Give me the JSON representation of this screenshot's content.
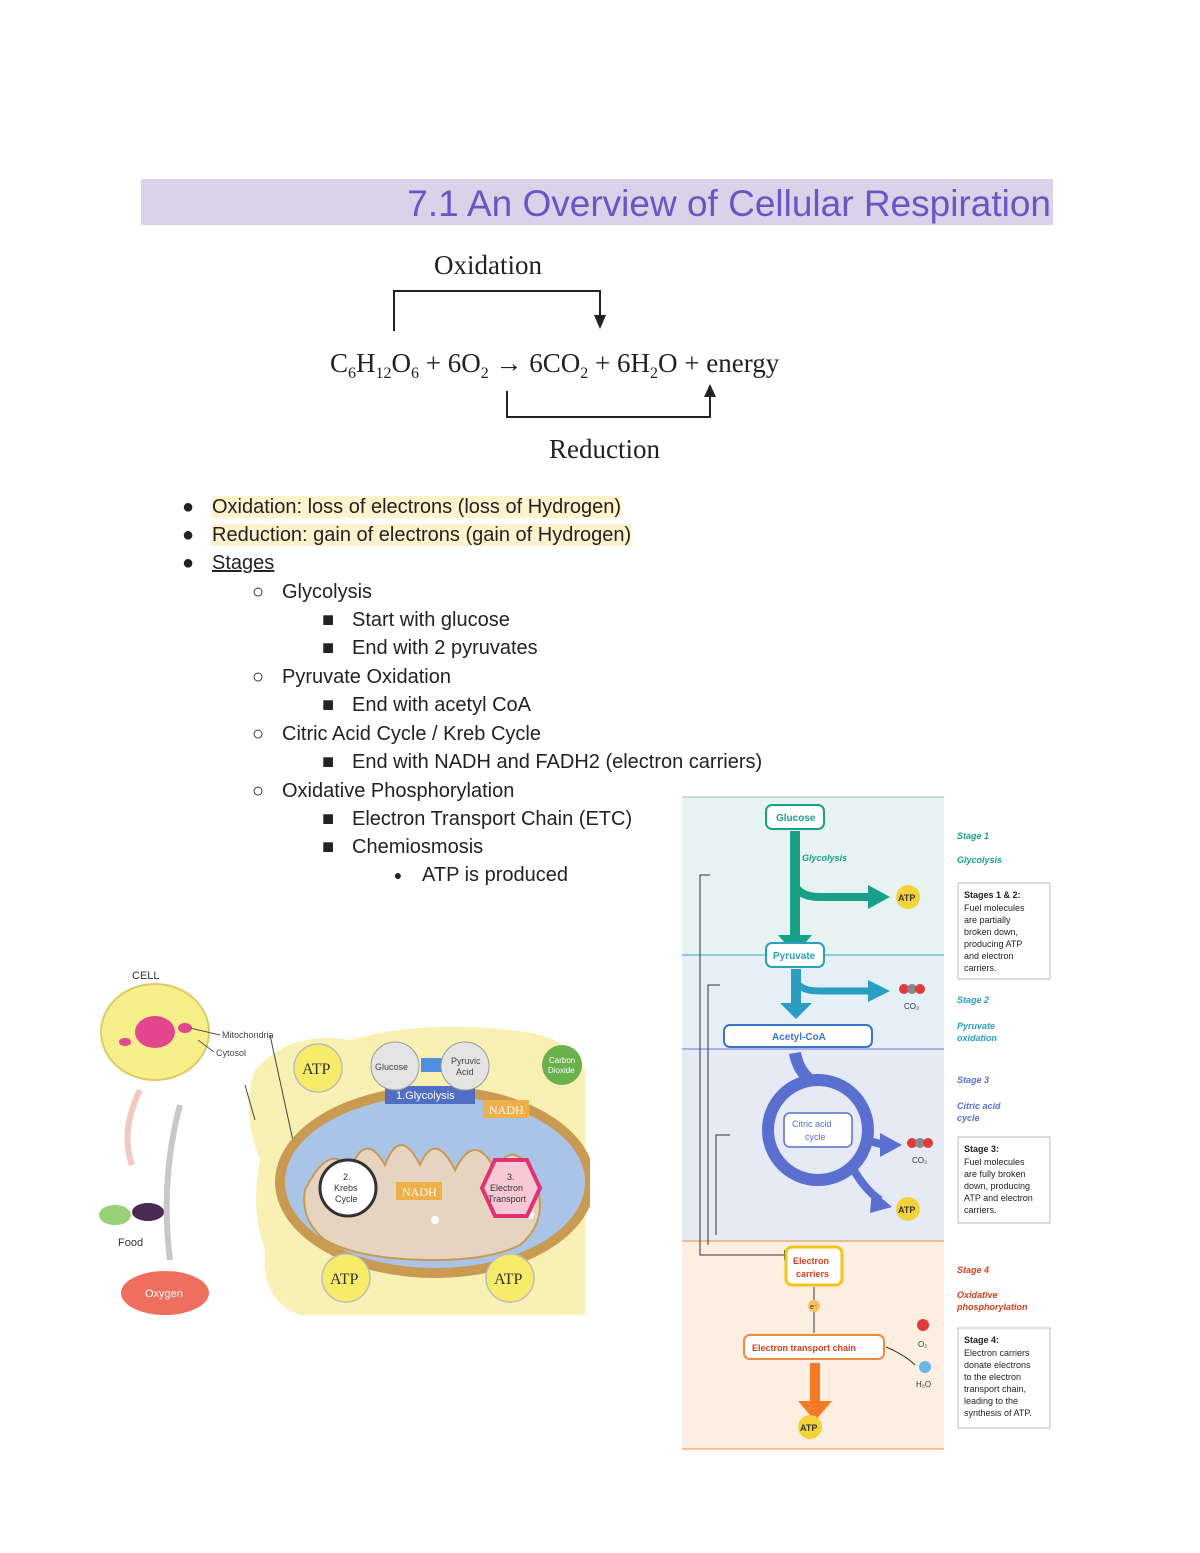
{
  "title": "7.1 An Overview of Cellular Respiration",
  "equation": {
    "oxidation_label": "Oxidation",
    "reduction_label": "Reduction",
    "terms": [
      "C",
      "6",
      "H",
      "12",
      "O",
      "6",
      " + 6O",
      "2",
      " → 6CO",
      "2",
      " + 6H",
      "2",
      "O + energy"
    ]
  },
  "bullets": {
    "oxidation": "Oxidation: loss of electrons (loss of Hydrogen)",
    "reduction": "Reduction: gain of electrons (gain of Hydrogen)",
    "stages": "Stages",
    "glycolysis": "Glycolysis",
    "glycolysis_start": "Start with glucose",
    "glycolysis_end": "End with 2 pyruvates",
    "pyruvate_oxidation": "Pyruvate Oxidation",
    "pyruvate_end": "End with acetyl CoA",
    "citric": "Citric Acid Cycle / Kreb Cycle",
    "citric_end": "End with NADH and FADH2 (electron carriers)",
    "oxphos": "Oxidative Phosphorylation",
    "etc": "Electron Transport Chain (ETC)",
    "chemiosmosis": "Chemiosmosis",
    "atp_produced": "ATP is produced"
  },
  "left_figure": {
    "cell": "CELL",
    "mitochondria": "Mitochondria",
    "cytosol": "Cytosol",
    "food": "Food",
    "oxygen": "Oxygen",
    "atp": "ATP",
    "glucose": "Glucose",
    "pyruvic_acid_1": "Pyruvic",
    "pyruvic_acid_2": "Acid",
    "glycolysis": "1.Glycolysis",
    "nadh": "NADH",
    "carbon_dioxide_1": "Carbon",
    "carbon_dioxide_2": "Dioxide",
    "krebs_1": "2.",
    "krebs_2": "Krebs",
    "krebs_3": "Cycle",
    "electron_1": "3.",
    "electron_2": "Electron",
    "electron_3": "Transport"
  },
  "right_figure": {
    "glucose": "Glucose",
    "glycolysis": "Glycolysis",
    "atp": "ATP",
    "pyruvate": "Pyruvate",
    "co2": "CO₂",
    "acetyl_coa": "Acetyl-CoA",
    "citric_1": "Citric acid",
    "citric_2": "cycle",
    "electron_carriers_1": "Electron",
    "electron_carriers_2": "carriers",
    "e_minus": "e⁻",
    "etc": "Electron transport chain",
    "o2": "O₂",
    "h2o": "H₂O",
    "stage1": "Stage 1",
    "stage1_name": "Glycolysis",
    "box12_title": "Stages 1 & 2:",
    "box12_lines": [
      "Fuel molecules",
      "are partially",
      "broken down,",
      "producing ATP",
      "and electron",
      "carriers."
    ],
    "stage2": "Stage 2",
    "stage2_name_1": "Pyruvate",
    "stage2_name_2": "oxidation",
    "stage3": "Stage 3",
    "stage3_name_1": "Citric acid",
    "stage3_name_2": "cycle",
    "box3_title": "Stage 3:",
    "box3_lines": [
      "Fuel molecules",
      "are fully broken",
      "down, producing",
      "ATP and electron",
      "carriers."
    ],
    "stage4": "Stage 4",
    "stage4_name_1": "Oxidative",
    "stage4_name_2": "phosphorylation",
    "box4_title": "Stage 4:",
    "box4_lines": [
      "Electron carriers",
      "donate electrons",
      "to the electron",
      "transport chain,",
      "leading to the",
      "synthesis of ATP."
    ]
  }
}
